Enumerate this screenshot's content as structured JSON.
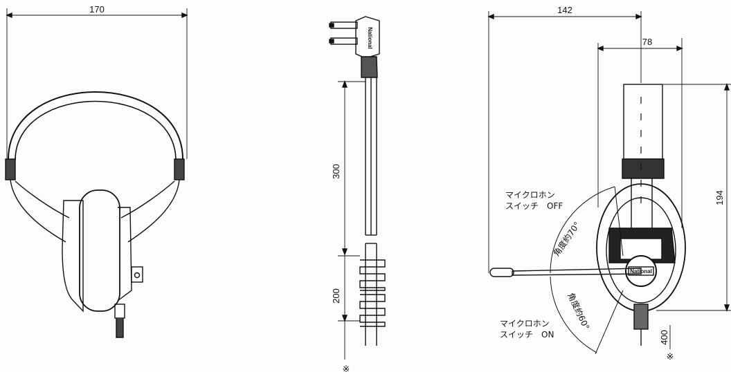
{
  "dimensions": {
    "width_170": "170",
    "plug_cord": "300",
    "coil": "200",
    "width_142": "142",
    "width_78": "78",
    "height_194": "194",
    "cord_400": "400",
    "asterisk": "※"
  },
  "labels": {
    "mic_off_line1": "マイクロホン",
    "mic_off_line2": "スイッチ　OFF",
    "mic_on_line1": "マイクロホン",
    "mic_on_line2": "スイッチ　ON",
    "angle_top": "角度約70°",
    "angle_bottom": "角度約60°",
    "brand": "National"
  }
}
